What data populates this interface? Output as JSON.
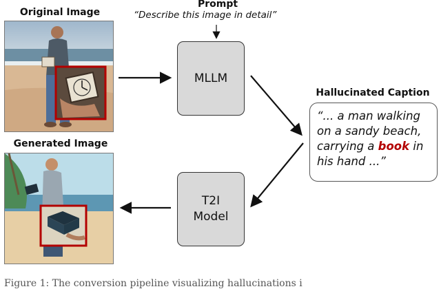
{
  "titles": {
    "original": "Original Image",
    "generated": "Generated Image",
    "prompt": "Prompt",
    "hallucinated": "Hallucinated Caption"
  },
  "prompt_text": "“Describe this image in detail”",
  "boxes": {
    "mllm": "MLLM",
    "t2i_line1": "T2I",
    "t2i_line2": "Model"
  },
  "caption": {
    "line1": "“... a man walking",
    "line2": "on a sandy beach,",
    "line3_before": "carrying a ",
    "highlight": "book",
    "line3_after": " in",
    "line4": "his hand ...”"
  },
  "figure_caption": "Figure 1:  The conversion pipeline visualizing hallucinations i",
  "colors": {
    "highlight_red": "#b30000",
    "box_gray": "#d9d9d9",
    "zoom_frame": "#b30000"
  }
}
